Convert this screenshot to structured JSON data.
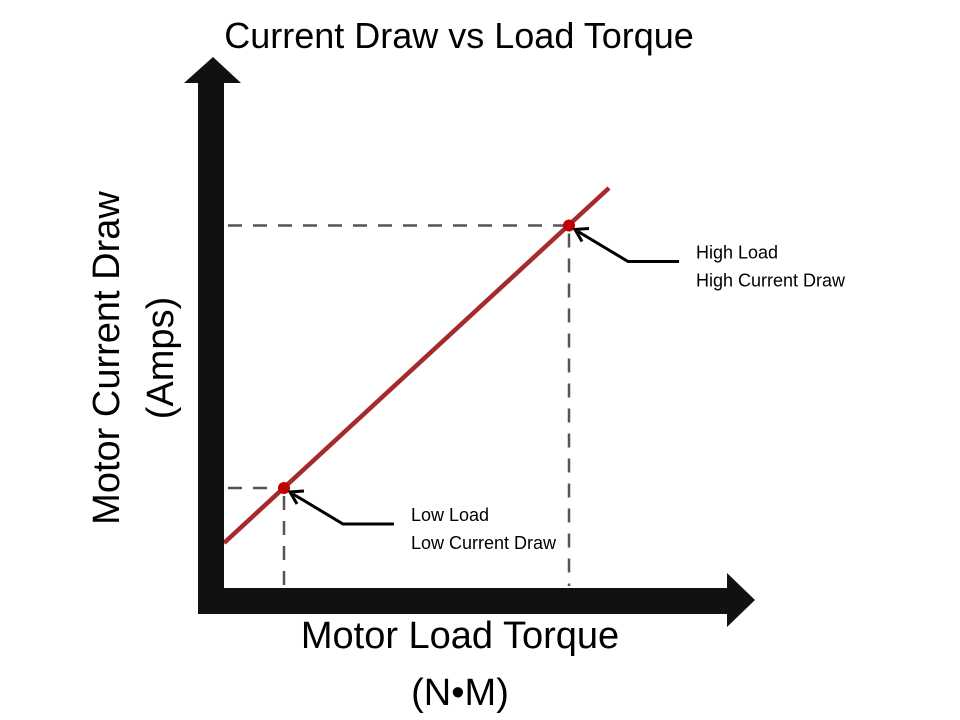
{
  "chart_data": {
    "type": "line",
    "title": "Current Draw vs Load Torque",
    "xlabel": "Motor Load Torque",
    "xlabel_units": "(N•M)",
    "ylabel": "Motor Current Draw",
    "ylabel_units": "(Amps)",
    "xlim": [
      0,
      10
    ],
    "ylim": [
      0,
      10
    ],
    "grid": false,
    "series": [
      {
        "name": "current-vs-torque",
        "color": "#a52a2a",
        "x": [
          0,
          7.7
        ],
        "y": [
          0.9,
          8.0
        ]
      }
    ],
    "points": [
      {
        "name": "low-load",
        "x": 1.2,
        "y": 2.0,
        "color": "#c00000",
        "annotation": [
          "Low Load",
          "Low Current Draw"
        ]
      },
      {
        "name": "high-load",
        "x": 6.9,
        "y": 7.25,
        "color": "#c00000",
        "annotation": [
          "High Load",
          "High Current Draw"
        ]
      }
    ]
  },
  "colors": {
    "axis": "#111111",
    "line": "#a52a2a",
    "point": "#c00000",
    "guide": "#555555",
    "callout": "#000000"
  }
}
